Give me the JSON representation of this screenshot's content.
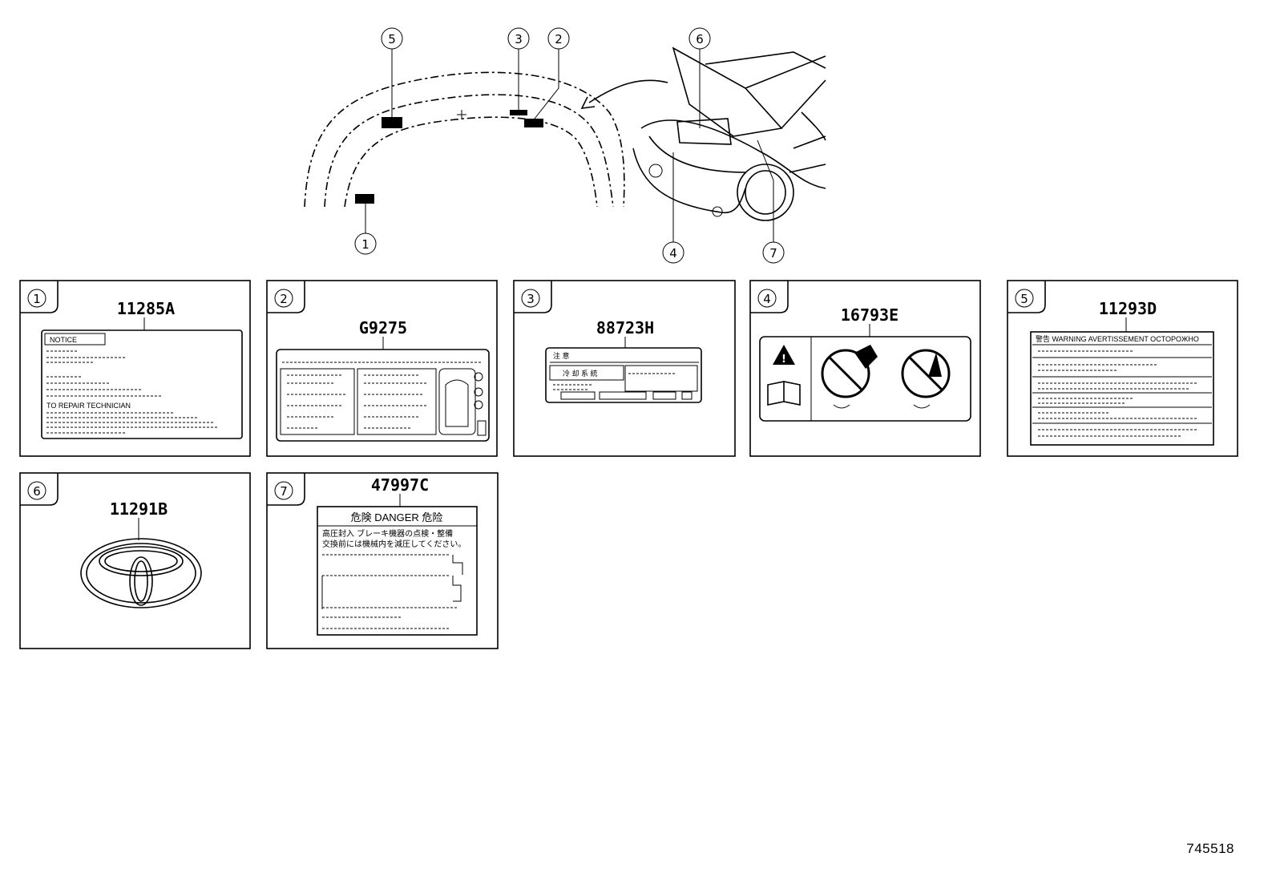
{
  "diagram_id": "745518",
  "overview": {
    "callouts": [
      "1",
      "2",
      "3",
      "4",
      "5",
      "6",
      "7"
    ]
  },
  "labels": [
    {
      "num": "1",
      "part": "11285A",
      "lines": [
        "NOTICE",
        "TO REPAIR TECHNICIAN"
      ]
    },
    {
      "num": "2",
      "part": "G9275"
    },
    {
      "num": "3",
      "part": "88723H",
      "lines": [
        "注 意",
        "冷 却 系 統"
      ]
    },
    {
      "num": "4",
      "part": "16793E"
    },
    {
      "num": "5",
      "part": "11293D",
      "lines": [
        "警告  WARNING  AVERTISSEMENT  OCTOPOЖHO"
      ]
    },
    {
      "num": "6",
      "part": "11291B"
    },
    {
      "num": "7",
      "part": "47997C",
      "lines": [
        "危険  DANGER  危险",
        "高圧封入  ブレーキ機器の点検・整備",
        "交換前には機械内を減圧してください。"
      ]
    }
  ]
}
